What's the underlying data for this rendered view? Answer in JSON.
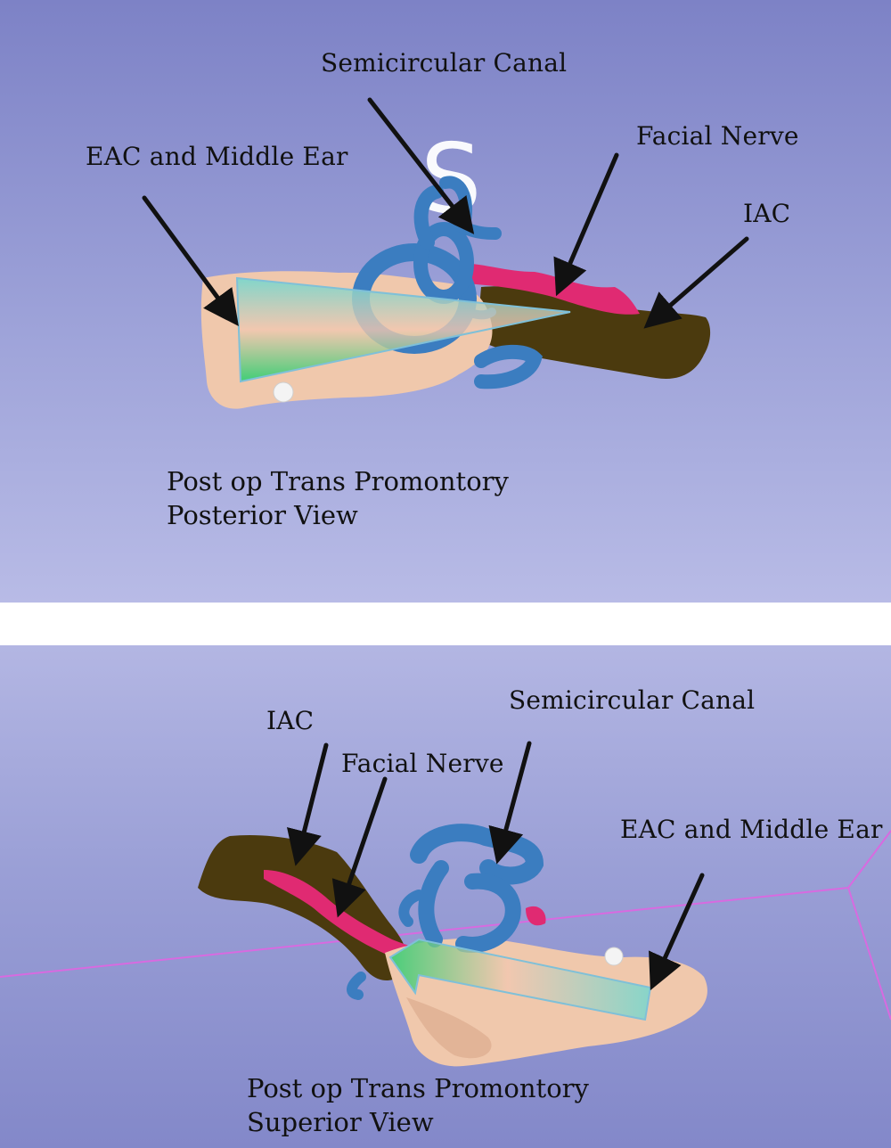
{
  "top_view": {
    "labels": {
      "semicircular_canal": "Semicircular Canal",
      "facial_nerve": "Facial Nerve",
      "eac_middle_ear": "EAC and Middle Ear",
      "iac": "IAC"
    },
    "caption": "Post op Trans Promontory Posterior View",
    "orientation_marker": "S"
  },
  "bottom_view": {
    "labels": {
      "iac": "IAC",
      "facial_nerve": "Facial Nerve",
      "semicircular_canal": "Semicircular Canal",
      "eac_middle_ear": "EAC and Middle Ear"
    },
    "caption": "Post op Trans Promontory Superior View"
  },
  "colors": {
    "bone": "#f0c8ac",
    "iac": "#4b3a0e",
    "facial_nerve": "#e02a72",
    "semicircular_canal": "#3b7dc0",
    "wedge_green": "#2bd47a",
    "wedge_teal": "#6fd8d0",
    "slice_line": "#d86ae0",
    "arrow": "#111111"
  }
}
